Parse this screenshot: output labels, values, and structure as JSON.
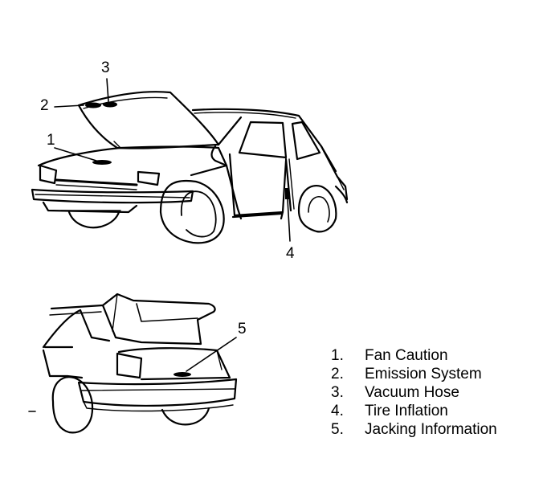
{
  "callouts": {
    "c1": "1",
    "c2": "2",
    "c3": "3",
    "c4": "4",
    "c5": "5"
  },
  "legend": [
    {
      "number": "1.",
      "label": "Fan Caution"
    },
    {
      "number": "2.",
      "label": "Emission System"
    },
    {
      "number": "3.",
      "label": "Vacuum Hose"
    },
    {
      "number": "4.",
      "label": "Tire Inflation"
    },
    {
      "number": "5.",
      "label": "Jacking Information"
    }
  ],
  "colors": {
    "ink": "#000000",
    "paper": "#ffffff"
  }
}
